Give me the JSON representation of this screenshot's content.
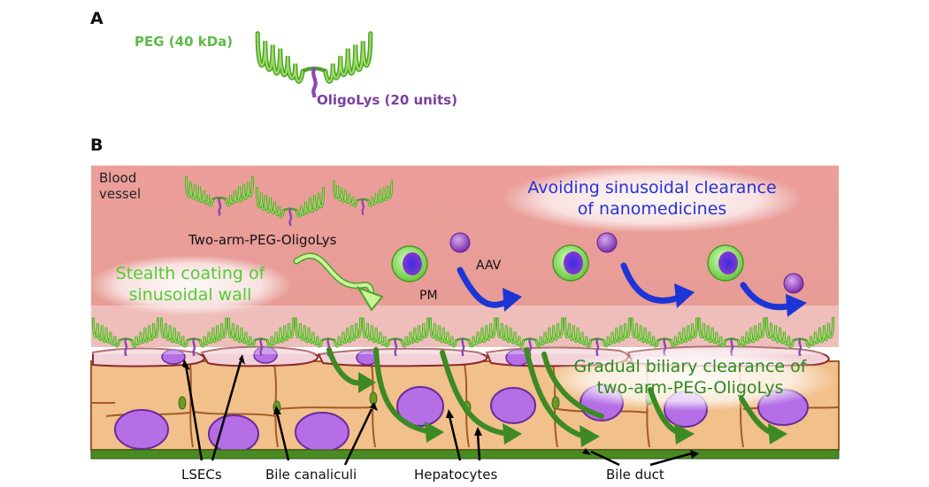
{
  "panel_a": {
    "letter": "A",
    "peg_label": "PEG (40 kDa)",
    "oligo_label": "OligoLys (20 units)"
  },
  "panel_b": {
    "letter": "B",
    "blood_vessel": [
      "Blood",
      "vessel"
    ],
    "two_arm_label": "Two-arm-PEG-OligoLys",
    "stealth_text": [
      "Stealth coating of",
      "sinusoidal wall"
    ],
    "avoid_text": [
      "Avoiding sinusoidal clearance",
      "of nanomedicines"
    ],
    "gradual_text": [
      "Gradual biliary clearance of",
      "two-arm-PEG-OligoLys"
    ],
    "pm_label": "PM",
    "aav_label": "AAV",
    "bottom_labels": {
      "lsecs": "LSECs",
      "bile_canaliculi": "Bile canaliculi",
      "hepatocytes": "Hepatocytes",
      "bile_duct": "Bile duct"
    }
  },
  "colors": {
    "blood": "#e8a09a",
    "peg_green": "#6ccf3f",
    "oligolys_purple": "#8a4ab0",
    "hepatocyte": "#f3c08c",
    "nucleus": "#b46ee0",
    "bile_green": "#3d8a24",
    "arrow_blue": "#1d35d6",
    "arrow_light_green": "#9be85a"
  }
}
